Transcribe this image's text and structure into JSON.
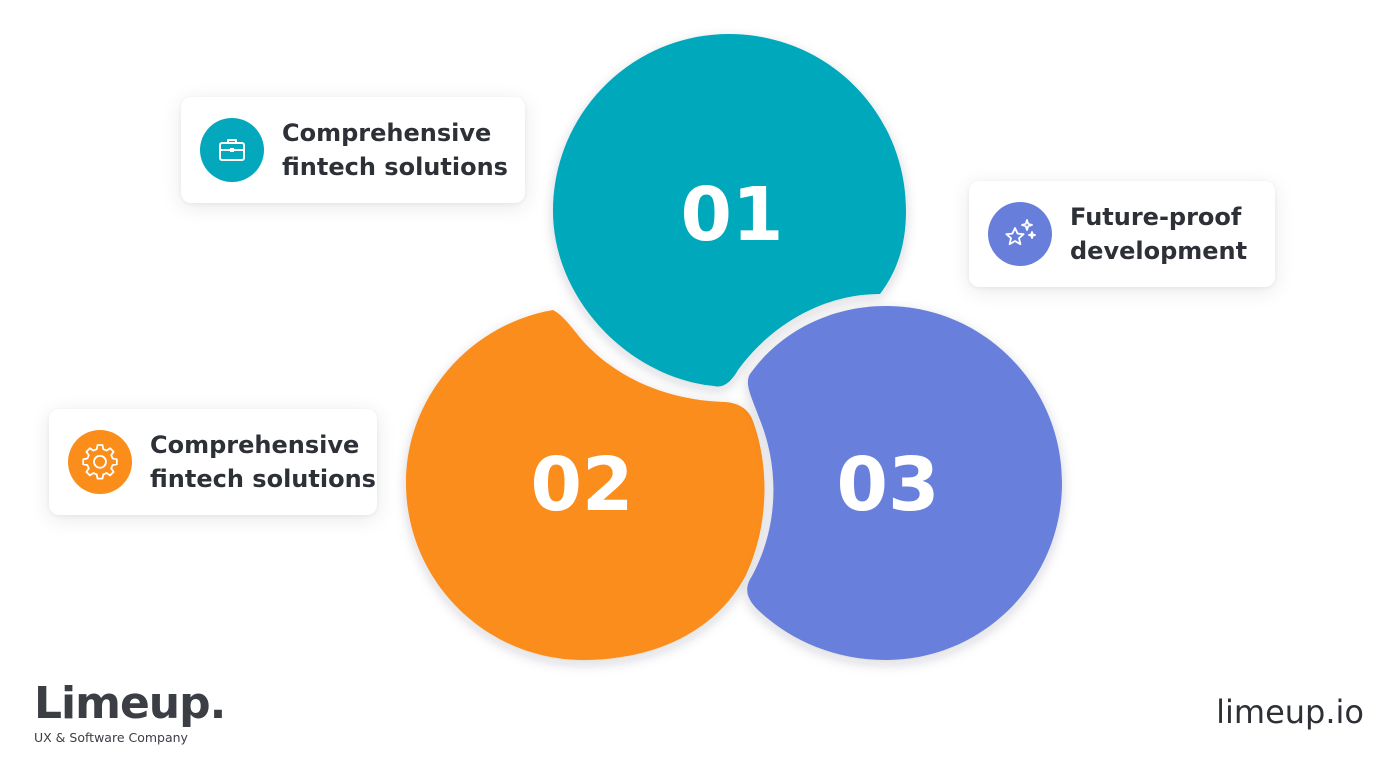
{
  "diagram": {
    "circles": [
      {
        "number": "01",
        "color": "#03a8bc"
      },
      {
        "number": "02",
        "color": "#fb8d1b"
      },
      {
        "number": "03",
        "color": "#677fdb"
      }
    ],
    "cards": [
      {
        "label": "Comprehensive fintech solutions",
        "icon": "briefcase-icon",
        "icon_color": "#03a8bc"
      },
      {
        "label": "Comprehensive fintech solutions",
        "icon": "gear-icon",
        "icon_color": "#fb8d1b"
      },
      {
        "label": "Future-proof development",
        "icon": "sparkle-star-icon",
        "icon_color": "#677fdb"
      }
    ]
  },
  "branding": {
    "logo_text": "Limeup.",
    "logo_tagline": "UX & Software Company",
    "website": "limeup.io"
  }
}
